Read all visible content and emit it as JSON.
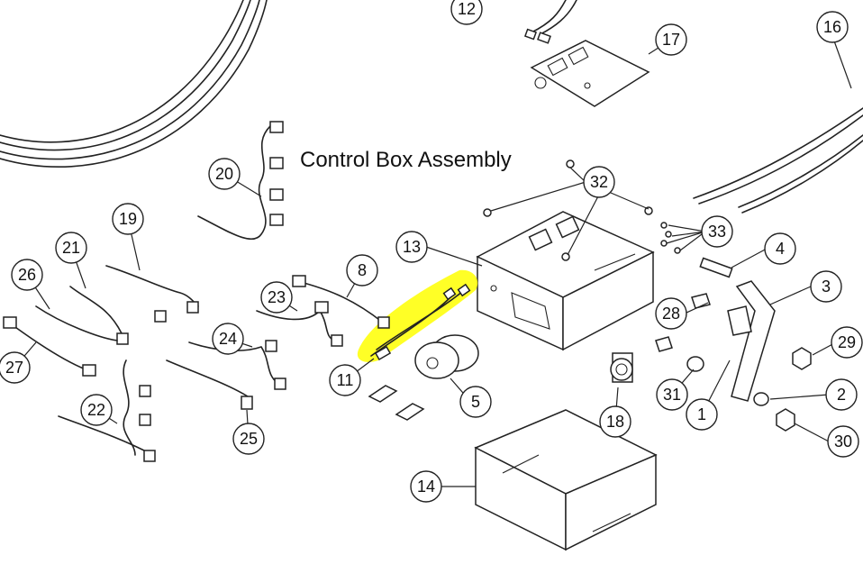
{
  "title": "Control Box Assembly",
  "highlight_color": "#ffff00",
  "callouts": [
    {
      "id": "c1",
      "label": "1"
    },
    {
      "id": "c2",
      "label": "2"
    },
    {
      "id": "c3",
      "label": "3"
    },
    {
      "id": "c4",
      "label": "4"
    },
    {
      "id": "c5",
      "label": "5"
    },
    {
      "id": "c8",
      "label": "8"
    },
    {
      "id": "c11",
      "label": "11"
    },
    {
      "id": "c12",
      "label": "12"
    },
    {
      "id": "c13",
      "label": "13"
    },
    {
      "id": "c14",
      "label": "14"
    },
    {
      "id": "c16",
      "label": "16"
    },
    {
      "id": "c17",
      "label": "17"
    },
    {
      "id": "c18",
      "label": "18"
    },
    {
      "id": "c19",
      "label": "19"
    },
    {
      "id": "c20",
      "label": "20"
    },
    {
      "id": "c21",
      "label": "21"
    },
    {
      "id": "c22",
      "label": "22"
    },
    {
      "id": "c23",
      "label": "23"
    },
    {
      "id": "c24",
      "label": "24"
    },
    {
      "id": "c25",
      "label": "25"
    },
    {
      "id": "c26",
      "label": "26"
    },
    {
      "id": "c27",
      "label": "27"
    },
    {
      "id": "c28",
      "label": "28"
    },
    {
      "id": "c29",
      "label": "29"
    },
    {
      "id": "c30",
      "label": "30"
    },
    {
      "id": "c31",
      "label": "31"
    },
    {
      "id": "c32",
      "label": "32"
    },
    {
      "id": "c33",
      "label": "33"
    }
  ]
}
